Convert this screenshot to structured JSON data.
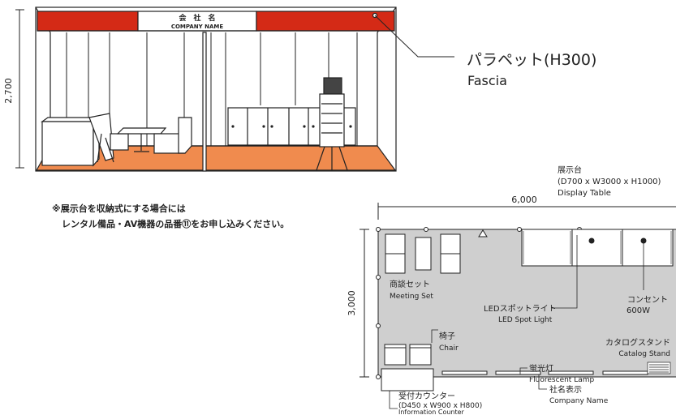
{
  "booth": {
    "company_jp": "会　社　名",
    "company_en": "COMPANY NAME",
    "height_label": "2,700",
    "parapet_jp": "パラペット(H300)",
    "parapet_en": "Fascia"
  },
  "note": {
    "line1": "※展示台を収納式にする場合には",
    "line2": "レンタル備品・AV機器の品番⑪をお申し込みください。"
  },
  "plan": {
    "width_label": "6,000",
    "depth_label": "3,000",
    "display_table": {
      "jp": "展示台",
      "dims": "(D700 x W3000 x H1000)",
      "en": "Display Table"
    },
    "meeting_set": {
      "jp": "商談セット",
      "en": "Meeting Set"
    },
    "led": {
      "jp": "LEDスポットライト",
      "en": "LED Spot Light"
    },
    "outlet": {
      "jp": "コンセント",
      "en": "600W"
    },
    "chair": {
      "jp": "椅子",
      "en": "Chair"
    },
    "catalog": {
      "jp": "カタログスタンド",
      "en": "Catalog Stand"
    },
    "fluorescent": {
      "jp": "蛍光灯",
      "en": "Fluorescent Lamp"
    },
    "counter": {
      "jp": "受付カウンター",
      "dims": "(D450 x W900 x H800)",
      "en": "Information Counter"
    },
    "company_sign": {
      "jp": "社名表示",
      "en": "Company Name"
    }
  },
  "colors": {
    "fascia_red": "#d42a16",
    "floor_orange": "#f08b4e",
    "plan_gray": "#cfcfcf",
    "line": "#222222"
  }
}
